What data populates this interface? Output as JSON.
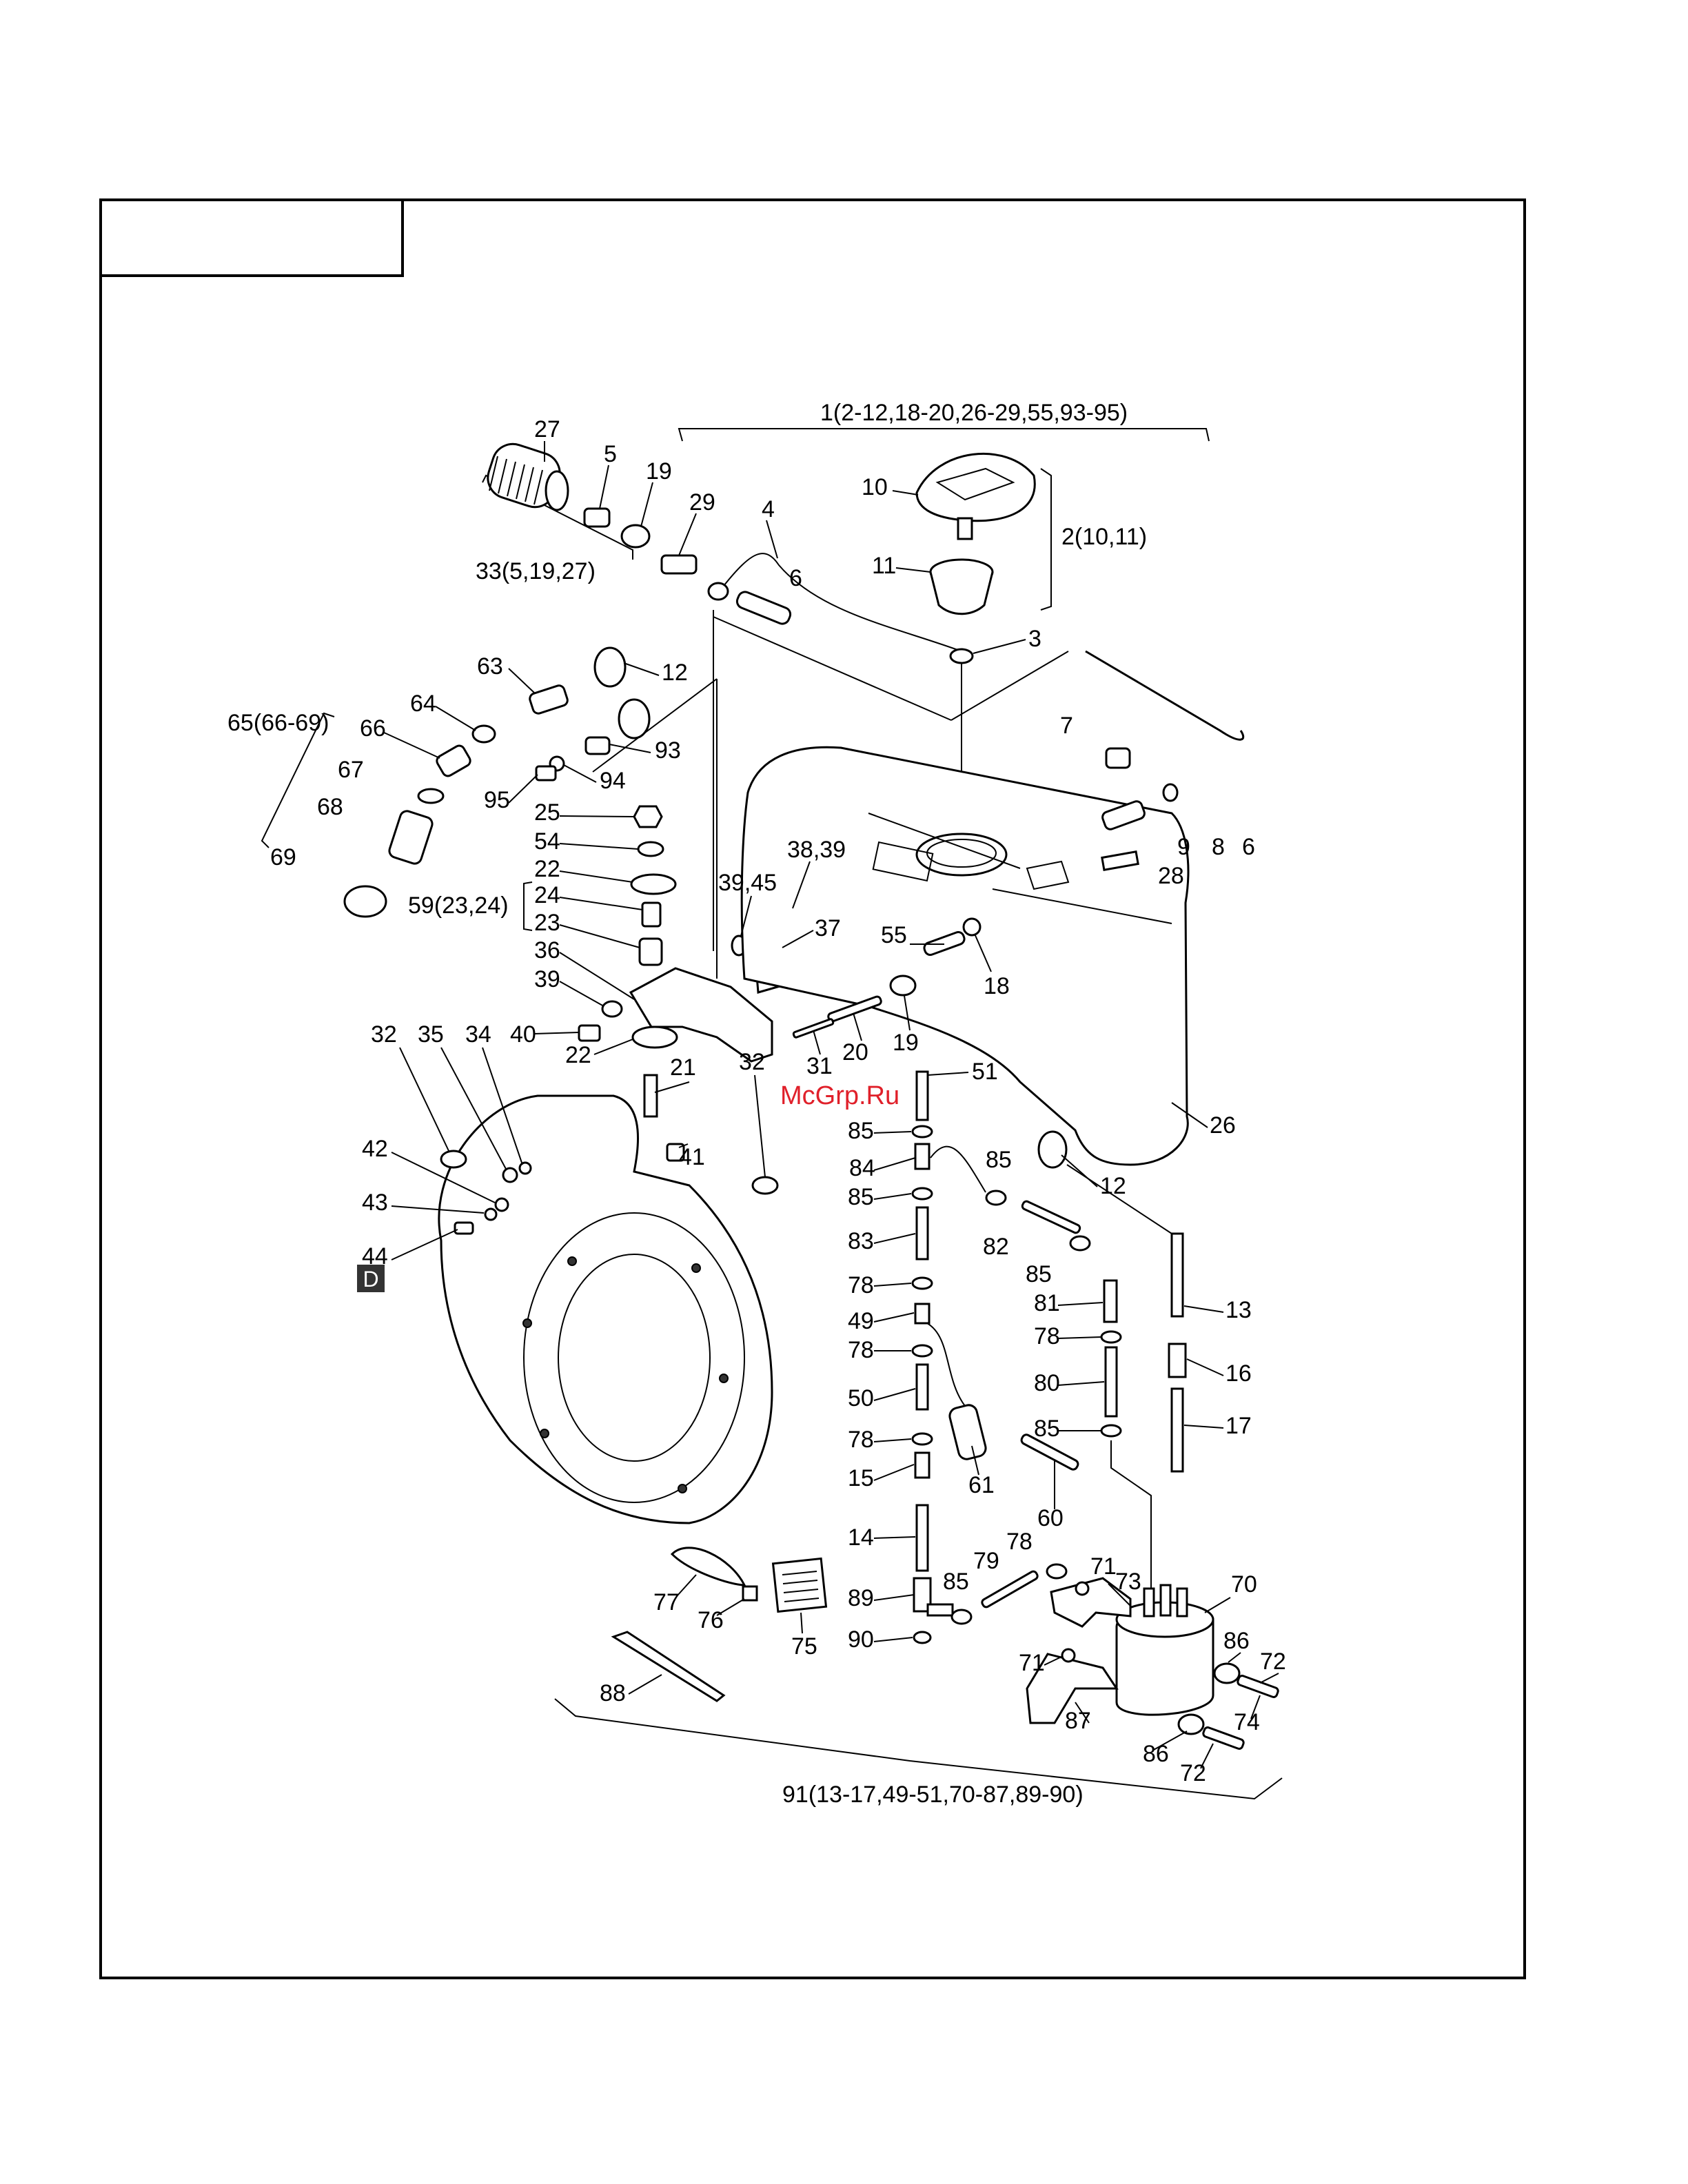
{
  "diagram": {
    "title_box": "",
    "watermark": "McGrp.Ru",
    "section_badge": "D",
    "groups": {
      "g1": "1(2-12,18-20,26-29,55,93-95)",
      "g2": "2(10,11)",
      "g33": "33(5,19,27)",
      "g65": "65(66-69)",
      "g59": "59(23,24)",
      "g91": "91(13-17,49-51,70-87,89-90)"
    },
    "labels": [
      "27",
      "5",
      "19",
      "29",
      "4",
      "10",
      "11",
      "3",
      "6",
      "63",
      "12",
      "64",
      "66",
      "93",
      "94",
      "95",
      "67",
      "68",
      "69",
      "7",
      "9",
      "8",
      "6",
      "28",
      "25",
      "54",
      "22",
      "24",
      "23",
      "36",
      "39",
      "40",
      "22",
      "21",
      "41",
      "38,39",
      "39,45",
      "37",
      "55",
      "18",
      "20",
      "31",
      "19",
      "51",
      "26",
      "12",
      "32",
      "35",
      "34",
      "42",
      "43",
      "44",
      "32",
      "85",
      "84",
      "85",
      "85",
      "83",
      "82",
      "85",
      "78",
      "81",
      "78",
      "49",
      "78",
      "80",
      "50",
      "78",
      "61",
      "60",
      "85",
      "15",
      "14",
      "79",
      "78",
      "71",
      "73",
      "70",
      "89",
      "85",
      "90",
      "86",
      "72",
      "71",
      "74",
      "87",
      "86",
      "72",
      "77",
      "76",
      "75",
      "88",
      "13",
      "16",
      "17"
    ]
  },
  "colors": {
    "watermark": "#e0202a",
    "line": "#000000",
    "badge": "#333333"
  }
}
